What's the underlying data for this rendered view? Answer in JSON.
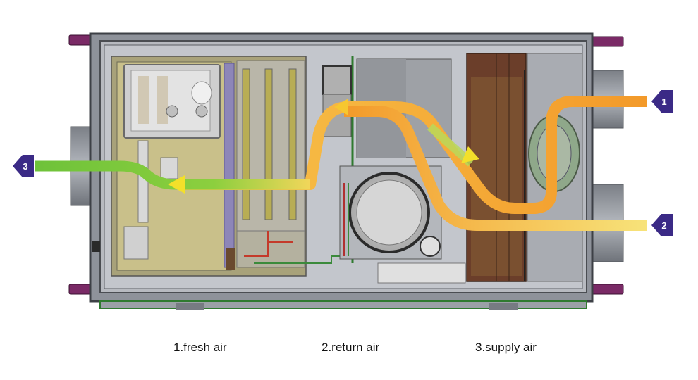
{
  "diagram": {
    "markers": [
      {
        "id": "1",
        "label": "1"
      },
      {
        "id": "2",
        "label": "2"
      },
      {
        "id": "3",
        "label": "3"
      }
    ],
    "captions": [
      {
        "text": "1.fresh air"
      },
      {
        "text": "2.return air"
      },
      {
        "text": "3.supply air"
      }
    ],
    "colors": {
      "fresh_air": "#f7d060",
      "return_air": "#f39a2a",
      "supply_air": "#6ec23a",
      "marker": "#3b2a86",
      "housing": "#8b8f99",
      "bracket": "#7a2a66"
    }
  }
}
